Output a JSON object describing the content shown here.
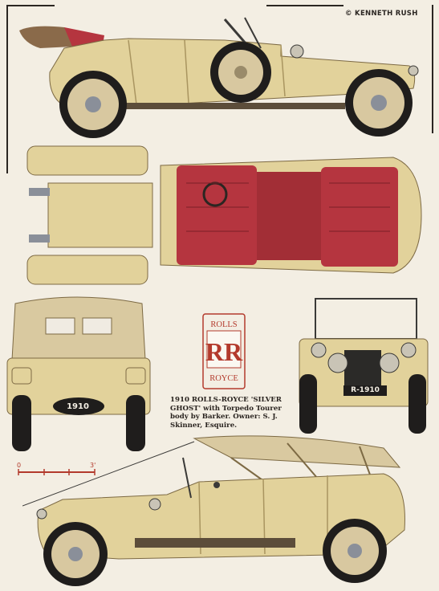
{
  "credit": "© KENNETH RUSH",
  "badge": {
    "top": "ROLLS",
    "bottom": "ROYCE",
    "monogram": "RR"
  },
  "caption": {
    "lines": [
      "1910 ROLLS-ROYCE 'SILVER",
      "GHOST' with Torpedo Tourer",
      "body by Barker. Owner: S. J.",
      "Skinner, Esquire."
    ]
  },
  "plates": {
    "rear": "1910",
    "front": "R-1910"
  },
  "scale": {
    "start": "0",
    "end": "3'"
  },
  "colors": {
    "body": "#e2d29b",
    "body_shadow": "#c9b57c",
    "upholstery": "#b5353f",
    "tyre": "#1f1d1c",
    "spoke_rim": "#d8c8a0",
    "brand_red": "#b33a2c",
    "hood_canvas": "#d9c9a0"
  }
}
